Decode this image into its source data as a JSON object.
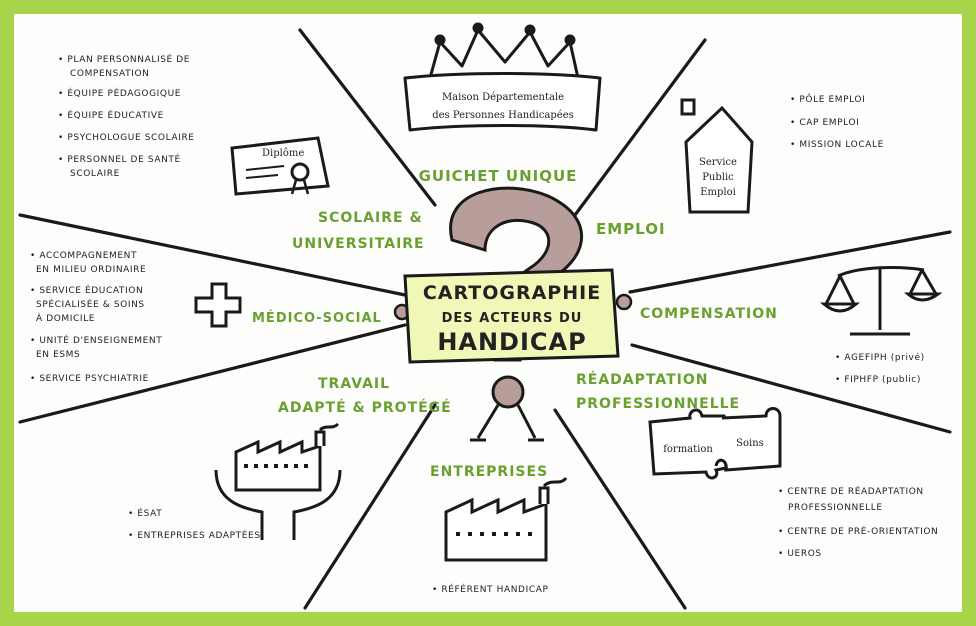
{
  "colors": {
    "frame": "#a9d54a",
    "section_green": "#6aa030",
    "question_mark": "#b79e9a",
    "signboard": "#f1f7b6",
    "ink": "#1f1f1f"
  },
  "center": {
    "title_line1": "CARTOGRAPHIE",
    "title_line2": "DES ACTEURS DU",
    "title_line3": "HANDICAP"
  },
  "sections": {
    "guichet": "GUICHET UNIQUE",
    "mdph_line1": "Maison Départementale",
    "mdph_line2": "des Personnes Handicapées",
    "emploi": "EMPLOI",
    "service_line1": "Service",
    "service_line2": "Public",
    "service_line3": "Emploi",
    "compensation": "COMPENSATION",
    "readaptation_line1": "RÉADAPTATION",
    "readaptation_line2": "PROFESSIONNELLE",
    "formation": "formation",
    "soins": "Soins",
    "entreprises": "ENTREPRISES",
    "travail_line1": "TRAVAIL",
    "travail_line2": "ADAPTÉ & PROTÉGÉ",
    "medico": "MÉDICO-SOCIAL",
    "scolaire_line1": "SCOLAIRE &",
    "scolaire_line2": "UNIVERSITAIRE",
    "diplome": "Diplôme"
  },
  "lists": {
    "scolaire": [
      "• PLAN PERSONNALISÉ DE",
      "COMPENSATION",
      "• ÉQUIPE PÉDAGOGIQUE",
      "• ÉQUIPE ÉDUCATIVE",
      "• PSYCHOLOGUE SCOLAIRE",
      "• PERSONNEL DE SANTÉ",
      "SCOLAIRE"
    ],
    "emploi": [
      "• PÔLE EMPLOI",
      "• CAP EMPLOI",
      "• MISSION LOCALE"
    ],
    "medico": [
      "• ACCOMPAGNEMENT",
      "EN MILIEU ORDINAIRE",
      "• SERVICE ÉDUCATION",
      "SPÉCIALISÉE & SOINS",
      "À DOMICILE",
      "• UNITÉ D'ENSEIGNEMENT",
      "EN ESMS",
      "• SERVICE PSYCHIATRIE"
    ],
    "compensation": [
      "• AGEFIPH (privé)",
      "• FIPHFP (public)"
    ],
    "readaptation": [
      "• CENTRE DE RÉADAPTATION",
      "PROFESSIONNELLE",
      "• CENTRE DE PRÉ-ORIENTATION",
      "• UEROS"
    ],
    "travail": [
      "• ÉSAT",
      "• ENTREPRISES ADAPTÉES"
    ],
    "entreprises": [
      "• RÉFÉRENT HANDICAP"
    ]
  }
}
